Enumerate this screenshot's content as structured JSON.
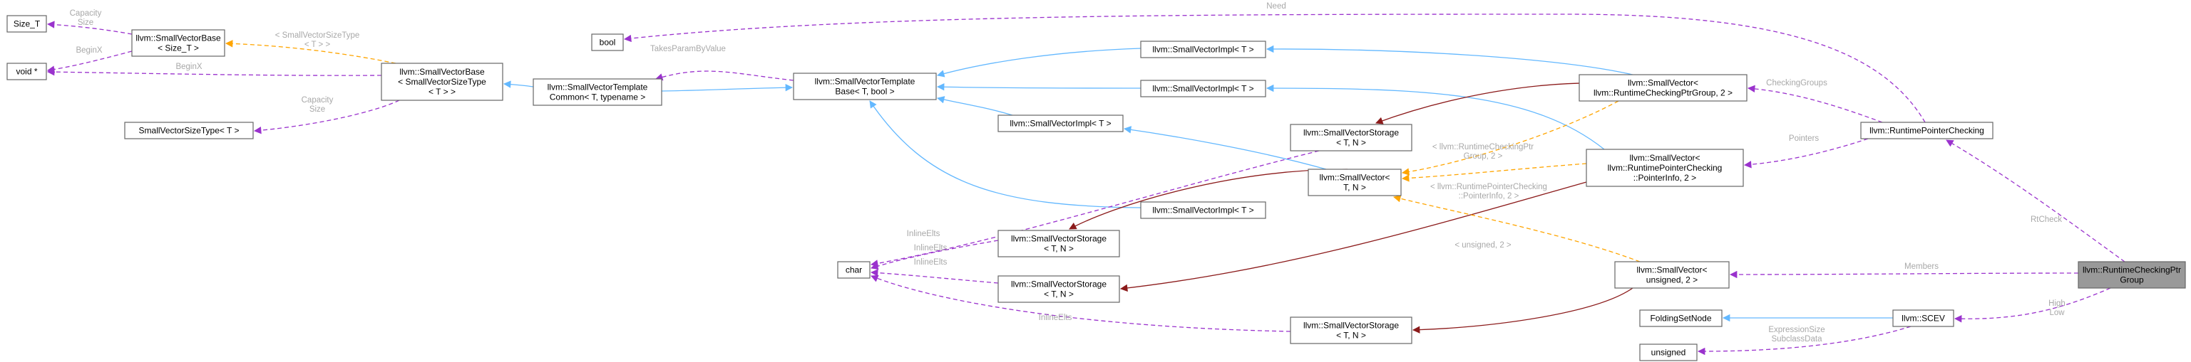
{
  "diagram": {
    "nodes": [
      {
        "id": "size_t",
        "lines": [
          "Size_T"
        ]
      },
      {
        "id": "void",
        "lines": [
          "void *"
        ]
      },
      {
        "id": "svbase_size",
        "lines": [
          "llvm::SmallVectorBase",
          "< Size_T >"
        ]
      },
      {
        "id": "svbase",
        "lines": [
          "llvm::SmallVectorBase",
          "< SmallVectorSizeType",
          "< T > >"
        ]
      },
      {
        "id": "svsizetype",
        "lines": [
          "SmallVectorSizeType< T >"
        ]
      },
      {
        "id": "svtc",
        "lines": [
          "llvm::SmallVectorTemplate",
          "Common< T, typename >"
        ]
      },
      {
        "id": "bool",
        "lines": [
          "bool"
        ]
      },
      {
        "id": "svtb",
        "lines": [
          "llvm::SmallVectorTemplate",
          "Base< T, bool >"
        ]
      },
      {
        "id": "svi1",
        "lines": [
          "llvm::SmallVectorImpl< T >"
        ]
      },
      {
        "id": "svi2",
        "lines": [
          "llvm::SmallVectorImpl< T >"
        ]
      },
      {
        "id": "svi3",
        "lines": [
          "llvm::SmallVectorImpl< T >"
        ]
      },
      {
        "id": "svi4",
        "lines": [
          "llvm::SmallVectorImpl< T >"
        ]
      },
      {
        "id": "svs1",
        "lines": [
          "llvm::SmallVectorStorage",
          "< T, N >"
        ]
      },
      {
        "id": "svs2",
        "lines": [
          "llvm::SmallVectorStorage",
          "< T, N >"
        ]
      },
      {
        "id": "svs3",
        "lines": [
          "llvm::SmallVectorStorage",
          "< T, N >"
        ]
      },
      {
        "id": "svs4",
        "lines": [
          "llvm::SmallVectorStorage",
          "< T, N >"
        ]
      },
      {
        "id": "sv",
        "lines": [
          "llvm::SmallVector<",
          "T, N >"
        ]
      },
      {
        "id": "char",
        "lines": [
          "char"
        ]
      },
      {
        "id": "sv_grp",
        "lines": [
          "llvm::SmallVector<",
          "llvm::RuntimeCheckingPtrGroup, 2 >"
        ]
      },
      {
        "id": "sv_ptr",
        "lines": [
          "llvm::SmallVector<",
          "llvm::RuntimePointerChecking",
          "::PointerInfo, 2 >"
        ]
      },
      {
        "id": "sv_uns",
        "lines": [
          "llvm::SmallVector<",
          "unsigned, 2 >"
        ]
      },
      {
        "id": "rpc",
        "lines": [
          "llvm::RuntimePointerChecking"
        ]
      },
      {
        "id": "folding",
        "lines": [
          "FoldingSetNode"
        ]
      },
      {
        "id": "scev",
        "lines": [
          "llvm::SCEV"
        ]
      },
      {
        "id": "unsigned",
        "lines": [
          "unsigned"
        ]
      },
      {
        "id": "rcpg",
        "lines": [
          "llvm::RuntimeCheckingPtr",
          "Group"
        ],
        "focus": true
      }
    ],
    "edges": [
      {
        "id": "e1",
        "kind": "usage",
        "lines": [
          "Capacity",
          "Size"
        ]
      },
      {
        "id": "e2",
        "kind": "usage",
        "lines": [
          "BeginX"
        ]
      },
      {
        "id": "e3",
        "kind": "template",
        "lines": [
          "< SmallVectorSizeType",
          "< T > >"
        ]
      },
      {
        "id": "e4",
        "kind": "usage",
        "lines": [
          "BeginX"
        ]
      },
      {
        "id": "e5",
        "kind": "usage",
        "lines": [
          "Capacity",
          "Size"
        ]
      },
      {
        "id": "e6",
        "kind": "inherit",
        "lines": []
      },
      {
        "id": "e7",
        "kind": "usage",
        "lines": [
          "TakesParamByValue"
        ]
      },
      {
        "id": "e8",
        "kind": "usage",
        "lines": [
          "Need"
        ]
      },
      {
        "id": "e9",
        "kind": "inherit",
        "lines": []
      },
      {
        "id": "e10",
        "kind": "inherit",
        "lines": []
      },
      {
        "id": "e11",
        "kind": "inherit",
        "lines": []
      },
      {
        "id": "e12",
        "kind": "inherit",
        "lines": []
      },
      {
        "id": "e13",
        "kind": "inherit",
        "lines": []
      },
      {
        "id": "e14",
        "kind": "inherit",
        "lines": []
      },
      {
        "id": "e15",
        "kind": "inherit",
        "lines": []
      },
      {
        "id": "e16",
        "kind": "inherit",
        "lines": []
      },
      {
        "id": "e17",
        "kind": "protected",
        "lines": []
      },
      {
        "id": "e18",
        "kind": "protected",
        "lines": []
      },
      {
        "id": "e19",
        "kind": "protected",
        "lines": []
      },
      {
        "id": "e20",
        "kind": "protected",
        "lines": []
      },
      {
        "id": "e21",
        "kind": "template",
        "lines": [
          "< llvm::RuntimeCheckingPtr",
          "Group, 2 >"
        ]
      },
      {
        "id": "e22",
        "kind": "template",
        "lines": [
          "< llvm::RuntimePointerChecking",
          "::PointerInfo, 2 >"
        ]
      },
      {
        "id": "e23",
        "kind": "template",
        "lines": [
          "< unsigned, 2 >"
        ]
      },
      {
        "id": "e24",
        "kind": "usage",
        "lines": [
          "InlineElts"
        ]
      },
      {
        "id": "e25",
        "kind": "usage",
        "lines": [
          "InlineElts"
        ]
      },
      {
        "id": "e26",
        "kind": "usage",
        "lines": [
          "InlineElts"
        ]
      },
      {
        "id": "e27",
        "kind": "usage",
        "lines": [
          "InlineElts"
        ]
      },
      {
        "id": "e28",
        "kind": "usage",
        "lines": [
          "CheckingGroups"
        ]
      },
      {
        "id": "e29",
        "kind": "usage",
        "lines": [
          "Pointers"
        ]
      },
      {
        "id": "e30",
        "kind": "usage",
        "lines": [
          "RtCheck"
        ]
      },
      {
        "id": "e31",
        "kind": "usage",
        "lines": [
          "Members"
        ]
      },
      {
        "id": "e32",
        "kind": "inherit",
        "lines": []
      },
      {
        "id": "e33",
        "kind": "usage",
        "lines": [
          "ExpressionSize",
          "SubclassData"
        ]
      },
      {
        "id": "e34",
        "kind": "usage",
        "lines": [
          "High",
          "Low"
        ]
      }
    ],
    "colors": {
      "inherit": "#63b8ff",
      "usage": "#9a32cd",
      "template": "#ffa500",
      "protected": "#8b1a1a",
      "label": "#a8a8a8",
      "node_border": "#666666",
      "focus_fill": "#999999"
    }
  }
}
